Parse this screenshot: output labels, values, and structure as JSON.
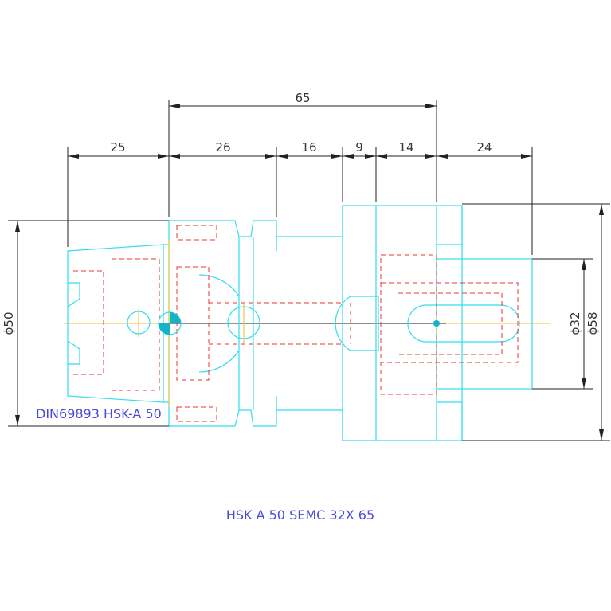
{
  "colors": {
    "outline": "#33DDEE",
    "hidden": "#EE3333",
    "center": "#E8C020",
    "dimension": "#222222",
    "note": "#4A4AD8",
    "background": "#FFFFFF"
  },
  "dimensions": {
    "top_overall": "65",
    "segment_1": "25",
    "segment_2": "26",
    "segment_3": "16",
    "segment_4": "9",
    "segment_5": "14",
    "segment_6": "24",
    "diameter_left": "ϕ50",
    "diameter_mid": "ϕ32",
    "diameter_right": "ϕ58"
  },
  "notes": {
    "standard": "DIN69893 HSK-A 50",
    "title": "HSK A 50 SEMC 32X 65"
  }
}
